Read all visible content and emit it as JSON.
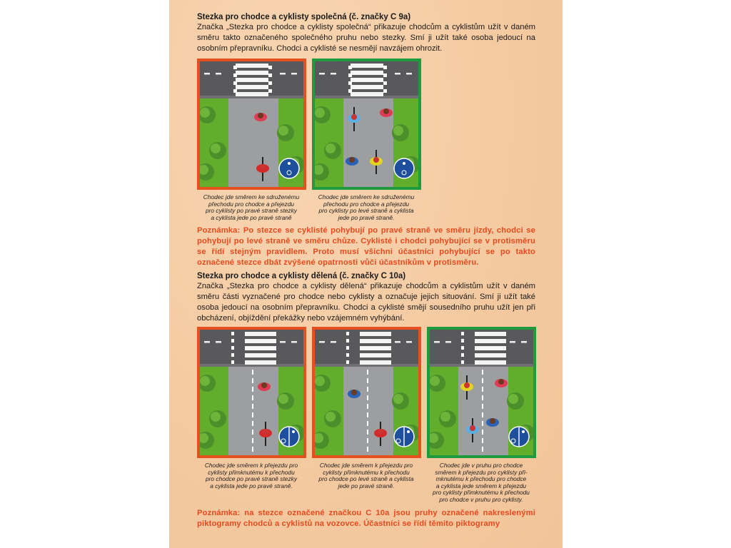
{
  "section1": {
    "heading": "Stezka pro chodce a cyklisty společná (č. značky C 9a)",
    "body": "Značka „Stezka pro chodce a cyklisty společná“ přikazuje chodcům a cyklistům užít v daném směru takto označeného společného pruhu nebo stezky. Smí ji užít také osoba jedoucí na osobním přepravníku. Chodci a cyklisté se nesmějí navzájem ohrozit.",
    "panels": [
      {
        "kind": "shared",
        "verdict": "wrong",
        "border_color": "#e4501e",
        "caption": [
          "Chodec jde směrem ke sdruženému",
          "přechodu pro chodce a přejezdu",
          "pro cyklisty po pravé straně stezky",
          "a cyklista jede po pravé straně"
        ]
      },
      {
        "kind": "shared",
        "verdict": "correct",
        "border_color": "#1f9a3e",
        "caption": [
          "Chodec jde směrem ke sdruženému",
          "přechodu pro chodce a přejezdu",
          "pro cyklisty po levé straně a cyklista",
          "jede po pravé straně."
        ]
      }
    ],
    "note": "Poznámka: Po stezce se cyklisté pohybují po pravé straně ve směru jízdy, chodci se pohybují po levé straně ve směru chůze. Cyklisté i chodci pohybující se v protisměru se řídí stejným pravidlem. Proto musí všichni účastníci pohybující se po takto označené stezce dbát zvýšené opatrnosti vůči účastníkům v protisměru."
  },
  "section2": {
    "heading": "Stezka pro chodce a cyklisty dělená (č. značky C 10a)",
    "body": "Značka „Stezka pro chodce a cyklisty dělená“ přikazuje chodcům a cyklistům užít v daném směru části vyznačené pro chodce nebo cyklisty a označuje jejich situování. Smí ji užít také osoba jedoucí na osobním přepravníku. Chodci a cyklisté smějí sousedního pruhu užít jen při obcházení, objíždění překážky nebo vzájemném vyhýbání.",
    "panels": [
      {
        "kind": "divided",
        "verdict": "wrong",
        "border_color": "#e4501e",
        "caption": [
          "Chodec jde směrem k přejezdu pro",
          "cyklisty přimknutému k přechodu",
          "pro chodce po pravé straně stezky",
          "a cyklista jede po pravé straně."
        ]
      },
      {
        "kind": "divided",
        "verdict": "wrong",
        "border_color": "#e4501e",
        "caption": [
          "Chodec jde směrem k přejezdu pro",
          "cyklisty přimknutému k přechodu",
          "pro chodce po levé straně a cyklista",
          "jede po pravé straně."
        ]
      },
      {
        "kind": "divided",
        "verdict": "correct",
        "border_color": "#1f9a3e",
        "caption": [
          "Chodec jde v pruhu pro chodce",
          "směrem k přejezdu pro cyklisty při-",
          "mknutému k přechodu pro chodce",
          "a cyklista jede směrem k přejezdu",
          "pro cyklisty přimknutému k přechodu",
          "pro chodce v pruhu pro cyklisty."
        ]
      }
    ],
    "note": "Poznámka: na stezce označené značkou C 10a jsou pruhy označené nakreslenými piktogramy chodců a cyklistů na vozovce. Účastníci se řídí těmito piktogramy"
  },
  "colors": {
    "road": "#59595b",
    "path": "#9d9e a0",
    "grass": "#62ad2c",
    "sign": "#1d4f9c"
  }
}
